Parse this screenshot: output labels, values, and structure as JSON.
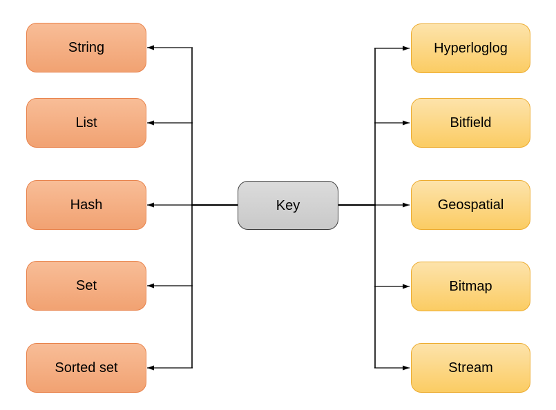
{
  "diagram": {
    "center_node": {
      "label": "Key"
    },
    "left_nodes": [
      {
        "label": "String"
      },
      {
        "label": "List"
      },
      {
        "label": "Hash"
      },
      {
        "label": "Set"
      },
      {
        "label": "Sorted set"
      }
    ],
    "right_nodes": [
      {
        "label": "Hyperloglog"
      },
      {
        "label": "Bitfield"
      },
      {
        "label": "Geospatial"
      },
      {
        "label": "Bitmap"
      },
      {
        "label": "Stream"
      }
    ]
  },
  "colors": {
    "canvas_bg": "#ffffff",
    "node_text": "#000000",
    "connector": "#000000",
    "left_fill_top": "#f8bd97",
    "left_fill_bottom": "#f1a272",
    "left_border": "#e8824b",
    "right_fill_top": "#fde3ab",
    "right_fill_bottom": "#fbcc63",
    "right_border": "#ecab2e",
    "center_fill_top": "#dbdbdb",
    "center_fill_bottom": "#c9c9c9",
    "center_border": "#3d3d3d"
  }
}
